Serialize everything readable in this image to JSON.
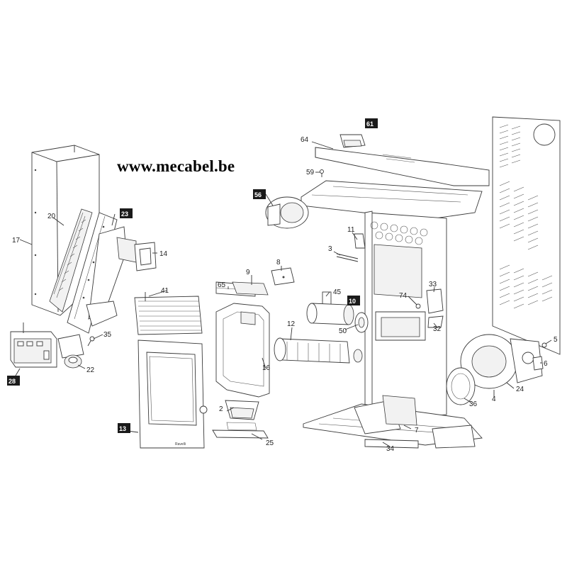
{
  "watermark": "www.mecabel.be",
  "labels": {
    "p2": "2",
    "p3": "3",
    "p4": "4",
    "p5": "5",
    "p6": "6",
    "p7": "7",
    "p8": "8",
    "p9": "9",
    "p11": "11",
    "p12": "12",
    "p14": "14",
    "p16": "16",
    "p17": "17",
    "p20": "20",
    "p22": "22",
    "p24": "24",
    "p25": "25",
    "p32": "32",
    "p33": "33",
    "p34": "34",
    "p35": "35",
    "p36": "36",
    "p41": "41",
    "p45": "45",
    "p50": "50",
    "p59": "59",
    "p64": "64",
    "p65": "65",
    "p74": "74"
  },
  "tags": {
    "t10": "10",
    "t13": "13",
    "t23": "23",
    "t28": "28",
    "t56": "56",
    "t61": "61"
  },
  "brand_plate": "Ravelli"
}
